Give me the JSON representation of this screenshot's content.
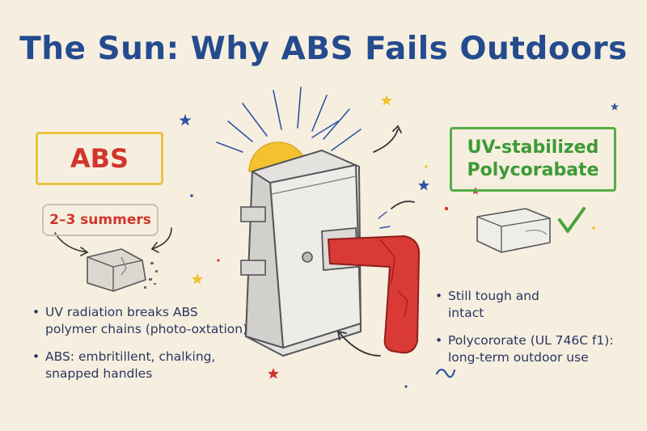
{
  "title": "The Sun: Why ABS Fails Outdoors",
  "left": {
    "label": "ABS",
    "duration": "2–3 summers",
    "bullets": [
      {
        "line1": "UV radiation breaks ABS",
        "line2": "polymer chains (photo-oxtation)"
      },
      {
        "line1": "ABS: embritillent, chalking,",
        "line2": "snapped handles"
      }
    ]
  },
  "right": {
    "label_line1": "UV-stabilized",
    "label_line2": "Polycorabate",
    "bullets": [
      {
        "line1": "Still tough and",
        "line2": "intact"
      },
      {
        "line1": "Polycororate (UL 746C f1):",
        "line2": "long-term outdoor use"
      }
    ]
  },
  "colors": {
    "background": "#f6efe0",
    "title": "#254b8f",
    "abs_red": "#d2352c",
    "abs_border": "#e8c440",
    "uv_green": "#3d9a35",
    "sun": "#f2c230",
    "handle": "#d93a35",
    "text": "#2a3660"
  },
  "icons": [
    "sun-icon",
    "checkmark-icon",
    "star-icon",
    "arrow-icon"
  ]
}
